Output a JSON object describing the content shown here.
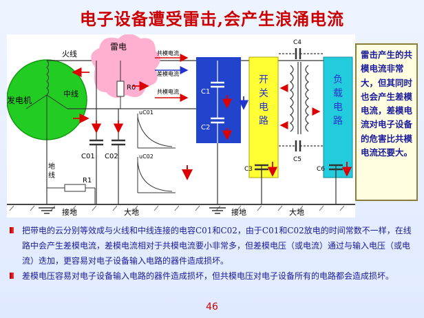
{
  "title": "电子设备遭受雷击,会产生浪涌电流",
  "diagram": {
    "generator_label": "发电机",
    "live_wire_label": "火线",
    "neutral_wire_label": "中线",
    "lightning_label": "雷电",
    "r0_label": "R0",
    "common_mode_label_top": "共模电流",
    "diff_mode_label": "差模电流",
    "common_mode_label_mid": "共模电流",
    "c1_label": "C1",
    "c2_label": "C2",
    "c01_label": "C01",
    "c02_label": "C02",
    "ground_wire_label": "地\n线",
    "r1_label": "R1",
    "ground1_label": "接地",
    "earth1_label": "大地",
    "ground2_label": "接地",
    "earth2_label": "大地",
    "switch_circuit_label": "开\n关\n电\n路",
    "load_circuit_label": "负\n载\n电\n路",
    "c3_label": "C3",
    "c4_label": "C4",
    "c5_label": "C5",
    "c6_label": "C6",
    "u_c01_label": "uC01",
    "u_c02_label": "uC02",
    "colors": {
      "generator": "#22cc22",
      "cloud": "#ffb0d0",
      "filter": "#2244cc",
      "switch": "#ffff33",
      "load": "#22ccdd",
      "current_arrow": "#dd0000"
    }
  },
  "sidebox": {
    "text": "雷击产生的共模电流非常大，但其同时也会产生差模电流，差模电流对电子设备的危害比共模电流还要大。"
  },
  "bullets": [
    "把带电的云分别等效成与火线和中线连接的电容C01和C02，由于C01和C02放电的时间常数不一样，在线路中会产生差模电流，差模电流相对于共模电流要小非常多，但差模电压（或电流）通过与输入电压（或电流）迭加，更容易对电子设备输入电路的器件造成损坏。",
    "差模电压容易对电子设备输入电路的器件造成损坏，但共模电压对电子设备所有的电路都会造成损坏。"
  ],
  "page_number": "46"
}
